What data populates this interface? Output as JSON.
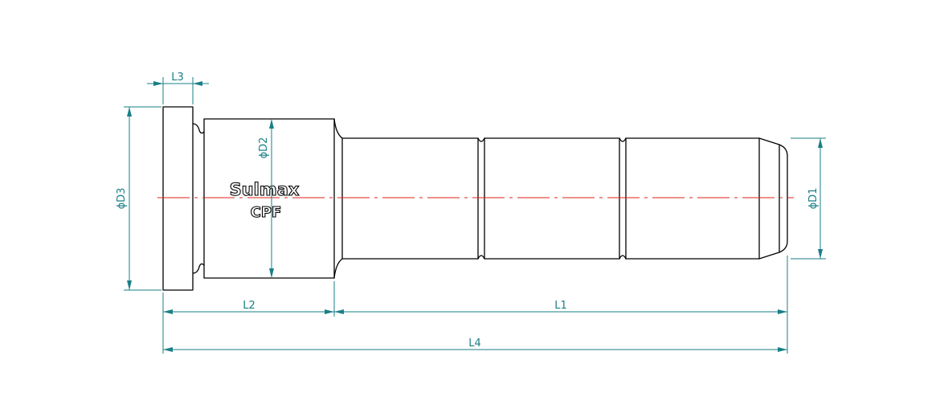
{
  "drawing": {
    "brand": "Sulmax",
    "model": "CPF",
    "dimensions": {
      "L1": "L1",
      "L2": "L2",
      "L3": "L3",
      "L4": "L4",
      "D1": "ϕD1",
      "D2": "ϕD2",
      "D3": "ϕD3"
    },
    "colors": {
      "dimension": "#1a7f86",
      "centerline": "#e0201a",
      "outline": "#000000"
    }
  }
}
